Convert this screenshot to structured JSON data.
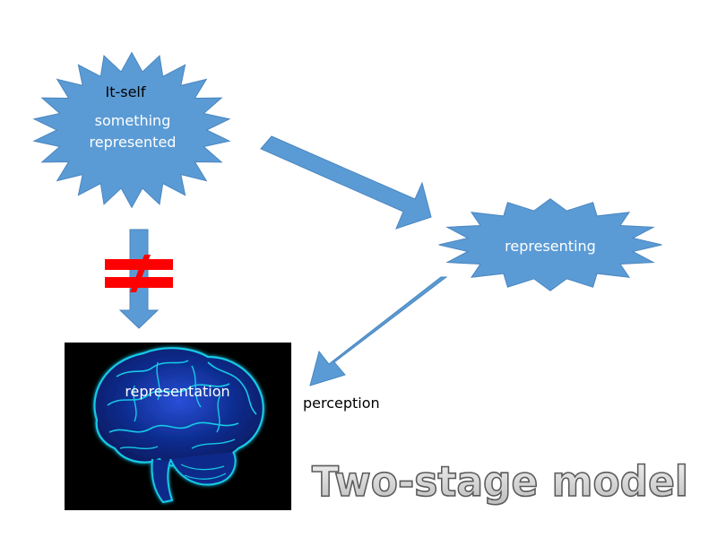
{
  "nodes": {
    "itself": {
      "label_top": "It-self",
      "label_line1": "something",
      "label_line2": "represented"
    },
    "representing": {
      "label": "representing"
    },
    "representation": {
      "label": "representation"
    }
  },
  "edge_labels": {
    "perception": "perception"
  },
  "title": "Two-stage model",
  "colors": {
    "shape_fill": "#5b9bd5",
    "shape_stroke": "#4a86bf",
    "not_equal": "#ff0000",
    "brain_bg": "#000000",
    "brain_glow": "#19c9e6",
    "brain_body": "#0b2a8a",
    "title_fill": "#d0d0d0",
    "title_stroke": "#5a5a5a"
  }
}
